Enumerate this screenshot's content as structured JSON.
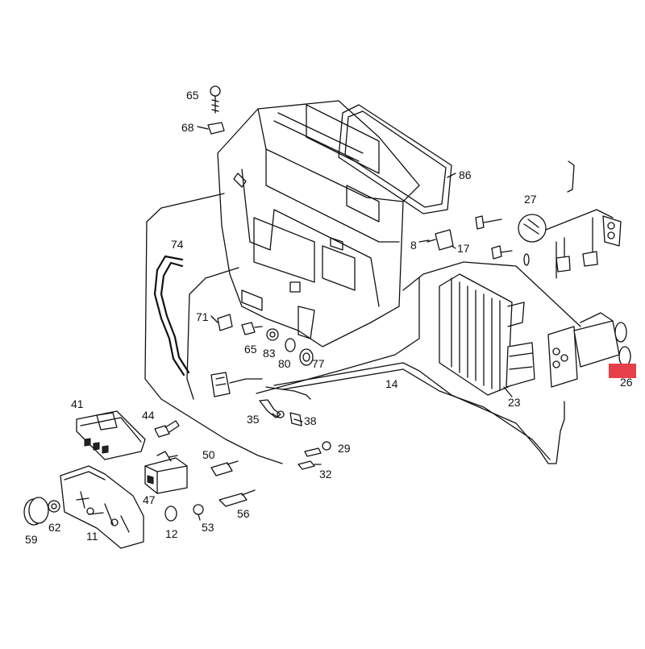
{
  "diagram": {
    "highlight_color": "#e8404a",
    "line_color": "#111111",
    "background": "#ffffff",
    "labels": {
      "p65a": "65",
      "p68": "68",
      "p86": "86",
      "p27": "27",
      "p8": "8",
      "p17": "17",
      "p74": "74",
      "p71": "71",
      "p65b": "65",
      "p83": "83",
      "p80": "80",
      "p77": "77",
      "p14": "14",
      "p23": "23",
      "p26": "26",
      "p41": "41",
      "p44": "44",
      "p35": "35",
      "p38": "38",
      "p29": "29",
      "p32": "32",
      "p50": "50",
      "p47": "47",
      "p56": "56",
      "p59": "59",
      "p62": "62",
      "p11": "11",
      "p12": "12",
      "p53": "53"
    }
  }
}
